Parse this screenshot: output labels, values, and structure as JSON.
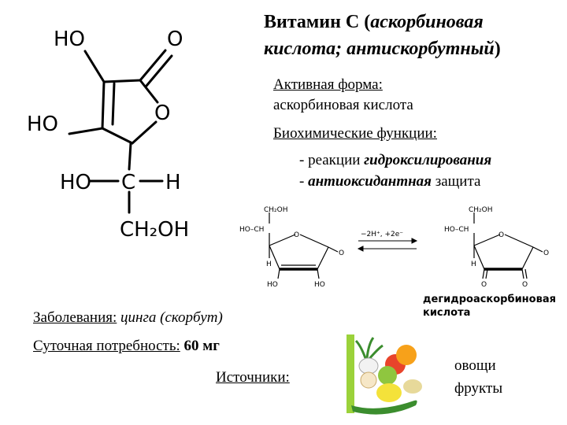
{
  "title": {
    "main": "Витамин С (",
    "italic": "аскорбиновая кислота; антискорбутный",
    "close": ")"
  },
  "active_form": {
    "label": "Активная форма:",
    "value": "аскорбиновая кислота"
  },
  "functions": {
    "label": "Биохимические функции:",
    "items": [
      {
        "prefix": "- реакции ",
        "emph": "гидроксилирования",
        "suffix": ""
      },
      {
        "prefix": "- ",
        "emph": "антиоксидантная",
        "suffix": " защита"
      }
    ]
  },
  "big_structure": {
    "ho_top": "HO",
    "o_top": "O",
    "ho_mid": "HO",
    "o_ring": "O",
    "ho_c": "HO",
    "c": "C",
    "h": "H",
    "ch2oh": "CH₂OH"
  },
  "reaction": {
    "left": {
      "ch2oh": "CH₂OH",
      "hoch": "HO–CH",
      "o_ring": "O",
      "o_keto": "O",
      "h": "H",
      "ho1": "HO",
      "ho2": "HO"
    },
    "right": {
      "ch2oh": "CH₂OH",
      "hoch": "HO–CH",
      "o_ring": "O",
      "o_keto": "O",
      "h": "H",
      "o1": "O",
      "o2": "O"
    },
    "arrow_label": "−2H⁺, +2e⁻"
  },
  "dehydro_label": {
    "line1": "дегидроаскорбиновая",
    "line2": "кислота"
  },
  "disease": {
    "label": "Заболевания:",
    "value": "цинга (скорбут)"
  },
  "daily": {
    "label": "Суточная потребность:",
    "value": "60 мг"
  },
  "sources": {
    "label": "Источники:",
    "items": [
      "овощи",
      "фрукты"
    ]
  },
  "colors": {
    "accent_green": "#9bd23a",
    "tomato": "#e8442b",
    "orange": "#f7a11a",
    "lemon": "#f4e23a",
    "cucumber": "#3b8d2e"
  }
}
